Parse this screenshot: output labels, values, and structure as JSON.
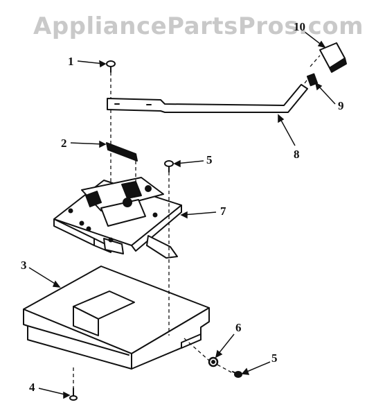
{
  "watermark": "AppliancePartsPros.com",
  "callouts": {
    "c1": "1",
    "c2": "2",
    "c3": "3",
    "c4": "4",
    "c5a": "5",
    "c5b": "5",
    "c6": "6",
    "c7": "7",
    "c8": "8",
    "c9": "9",
    "c10": "10"
  },
  "colors": {
    "ink": "#111111",
    "watermark": "#c9c9c9"
  }
}
